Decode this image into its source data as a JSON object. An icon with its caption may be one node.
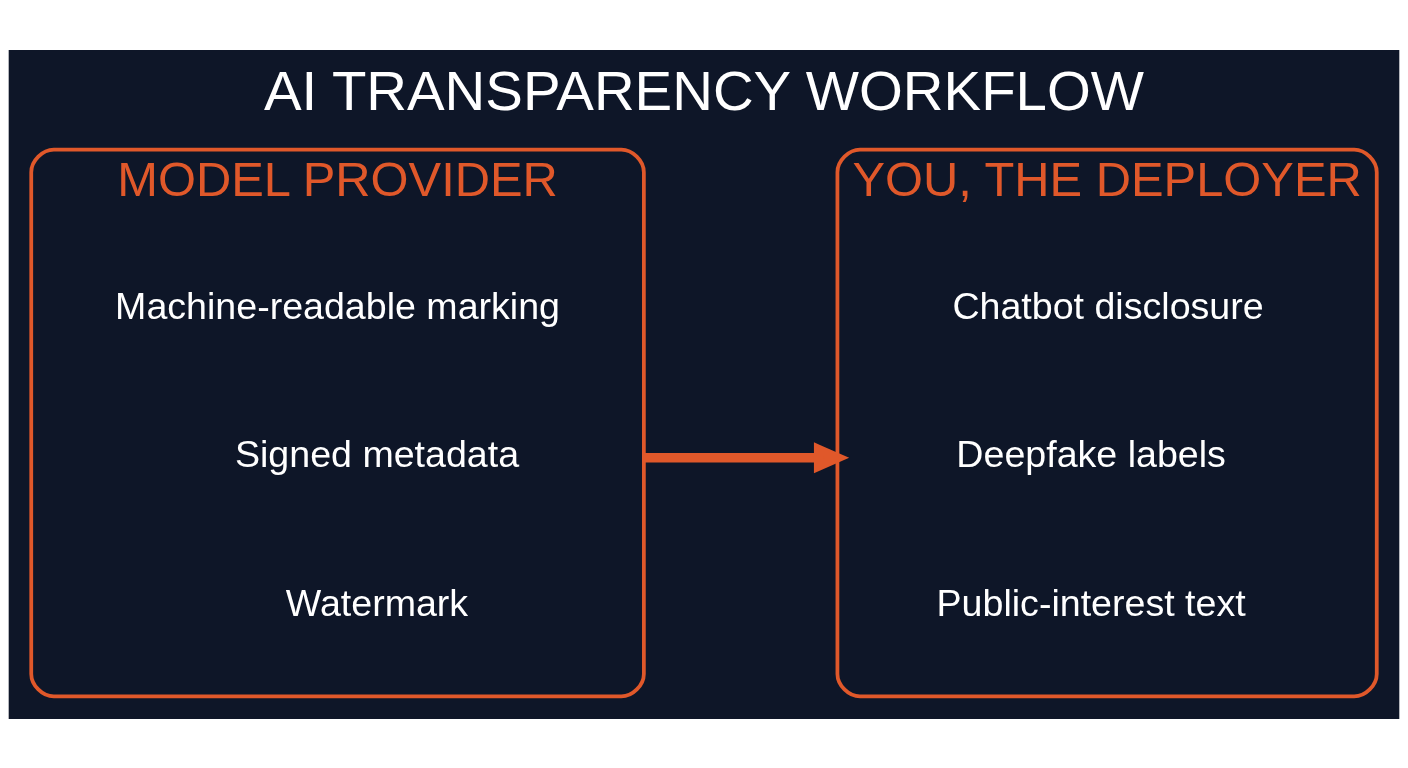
{
  "diagram": {
    "title": "AI TRANSPARENCY WORKFLOW",
    "nodes": [
      {
        "text": [
          "MODEL PROVIDER"
        ]
      },
      {
        "text": [
          "Machine-readable marking"
        ],
        "in": 0
      },
      {
        "text": [
          "Signed metadata"
        ],
        "in": 0
      },
      {
        "text": [
          "Watermark"
        ],
        "in": 0
      },
      {
        "text": [
          "YOU, THE DEPLOYER"
        ]
      },
      {
        "text": [
          "Chatbot disclosure"
        ],
        "in": 4
      },
      {
        "text": [
          "Deepfake labels"
        ],
        "in": 4
      },
      {
        "text": [
          "Public-interest text"
        ],
        "in": 4
      }
    ],
    "edges": [
      {
        "from": 0,
        "to": 4,
        "arrow": "to"
      }
    ]
  }
}
